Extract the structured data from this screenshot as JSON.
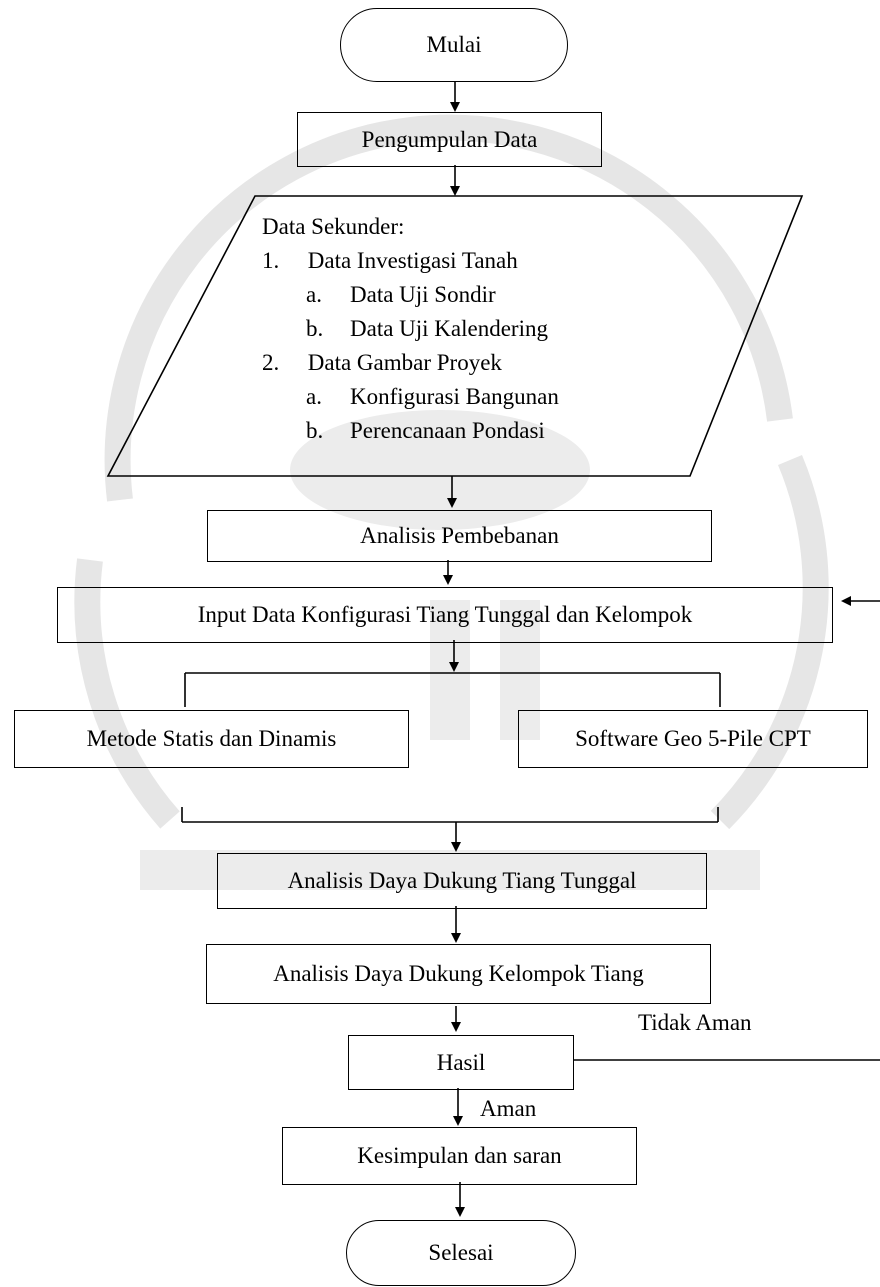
{
  "colors": {
    "line": "#000000",
    "watermark": "#e6e6e6"
  },
  "flow": {
    "start": "Mulai",
    "collect": "Pengumpulan Data",
    "secondary": {
      "heading": "Data Sekunder:",
      "items": [
        {
          "num": "1.",
          "label": "Data Investigasi Tanah",
          "subs": [
            {
              "letter": "a.",
              "label": "Data Uji Sondir"
            },
            {
              "letter": "b.",
              "label": "Data Uji Kalendering"
            }
          ]
        },
        {
          "num": "2.",
          "label": "Data Gambar Proyek",
          "subs": [
            {
              "letter": "a.",
              "label": "Konfigurasi Bangunan"
            },
            {
              "letter": "b.",
              "label": "Perencanaan Pondasi"
            }
          ]
        }
      ]
    },
    "loading": "Analisis Pembebanan",
    "input": "Input Data Konfigurasi Tiang Tunggal dan Kelompok",
    "method_left": "Metode Statis dan Dinamis",
    "method_right": "Software Geo 5-Pile CPT",
    "single": "Analisis Daya Dukung Tiang Tunggal",
    "group": "Analisis Daya Dukung Kelompok Tiang",
    "result": "Hasil",
    "not_safe": "Tidak Aman",
    "safe": "Aman",
    "conclusion": "Kesimpulan dan saran",
    "end": "Selesai"
  }
}
